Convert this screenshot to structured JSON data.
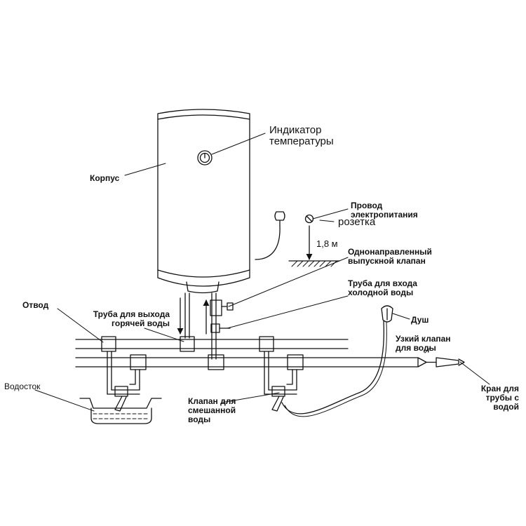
{
  "labels": {
    "indicator": "Индикатор\nтемпературы",
    "body": "Корпус",
    "power_cable": "Провод\nэлектропитания",
    "socket": "розетка",
    "height": "1,8 м",
    "check_valve": "Однонаправленный\nвыпускной клапан",
    "cold_inlet": "Труба для входа\nхолодной воды",
    "branch": "Отвод",
    "hot_outlet": "Труба для выхода\nгорячей воды",
    "shower": "Душ",
    "narrow_valve": "Узкий клапан\nдля воды",
    "drain": "Водосток",
    "mix_valve": "Клапан для\nсмешанной\nводы",
    "supply_tap": "Кран для\nтрубы с\nводой"
  },
  "colors": {
    "stroke": "#111111",
    "background": "#ffffff"
  }
}
